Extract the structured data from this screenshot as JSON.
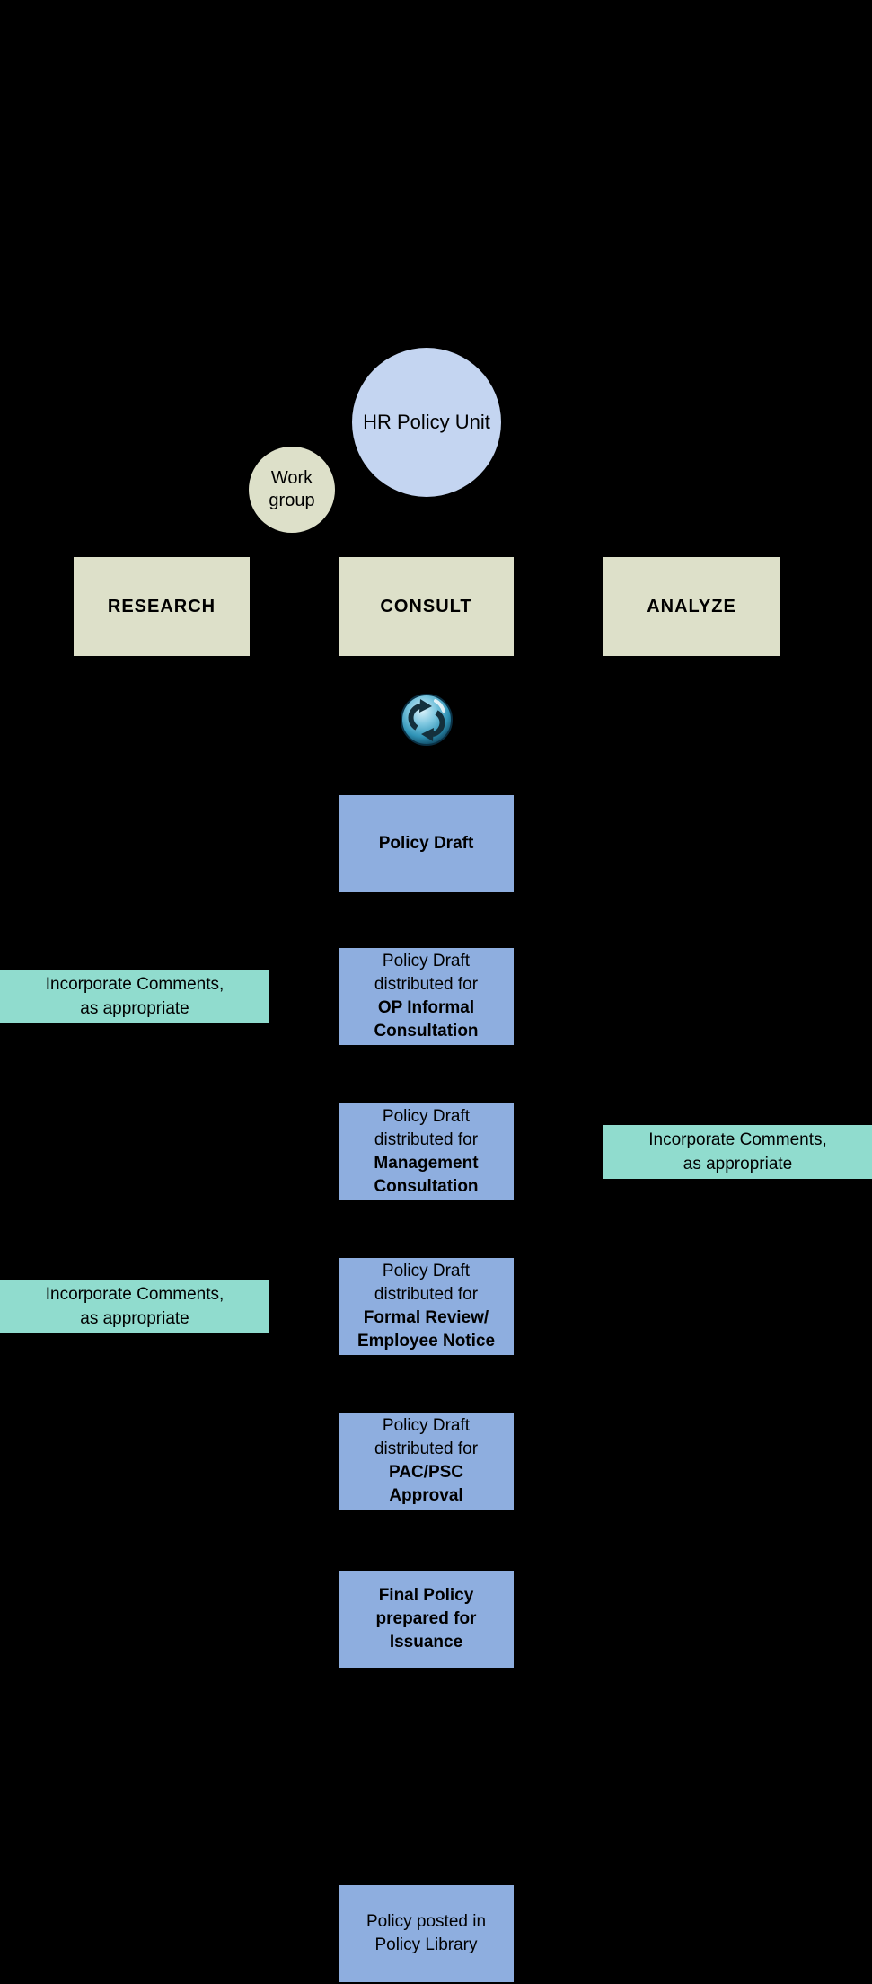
{
  "colors": {
    "background": "#000000",
    "stage_fill": "#DDE0C9",
    "hr_circle_fill": "#C4D5F1",
    "workgroup_fill": "#DDE0C9",
    "process_fill": "#8EAEDF",
    "comment_fill": "#90DCCE",
    "text": "#000000"
  },
  "actors": {
    "hr_policy_unit": {
      "label": "HR Policy Unit"
    },
    "work_group": {
      "lines": [
        "Work",
        "group"
      ]
    }
  },
  "stages": [
    {
      "label": "RESEARCH"
    },
    {
      "label": "CONSULT"
    },
    {
      "label": "ANALYZE"
    }
  ],
  "icons": [
    {
      "name": "sync-refresh-orb-icon",
      "description": "glossy blue sphere with two dark circular chasing arrows"
    }
  ],
  "process_steps": [
    {
      "lines": [
        {
          "text": "Policy Draft",
          "bold": true
        }
      ]
    },
    {
      "lines": [
        {
          "text": "Policy Draft",
          "bold": false
        },
        {
          "text": "distributed for",
          "bold": false
        },
        {
          "text": "OP Informal",
          "bold": true
        },
        {
          "text": "Consultation",
          "bold": true
        }
      ]
    },
    {
      "lines": [
        {
          "text": "Policy Draft",
          "bold": false
        },
        {
          "text": "distributed for",
          "bold": false
        },
        {
          "text": "Management",
          "bold": true
        },
        {
          "text": "Consultation",
          "bold": true
        }
      ]
    },
    {
      "lines": [
        {
          "text": "Policy Draft",
          "bold": false
        },
        {
          "text": "distributed for",
          "bold": false
        },
        {
          "text": "Formal Review/",
          "bold": true
        },
        {
          "text": "Employee Notice",
          "bold": true
        }
      ]
    },
    {
      "lines": [
        {
          "text": "Policy Draft",
          "bold": false
        },
        {
          "text": "distributed for",
          "bold": false
        },
        {
          "text": "PAC/PSC",
          "bold": true
        },
        {
          "text": "Approval",
          "bold": true
        }
      ]
    },
    {
      "lines": [
        {
          "text": "Final Policy",
          "bold": true
        },
        {
          "text": "prepared for",
          "bold": true
        },
        {
          "text": "Issuance",
          "bold": true
        }
      ]
    },
    {
      "lines": [
        {
          "text": "Policy posted in",
          "bold": false
        },
        {
          "text": "Policy Library",
          "bold": false
        }
      ]
    }
  ],
  "comments": [
    {
      "side": "left",
      "lines": [
        "Incorporate Comments,",
        "as appropriate"
      ]
    },
    {
      "side": "right",
      "lines": [
        "Incorporate Comments,",
        "as appropriate"
      ]
    },
    {
      "side": "left",
      "lines": [
        "Incorporate Comments,",
        "as appropriate"
      ]
    }
  ]
}
